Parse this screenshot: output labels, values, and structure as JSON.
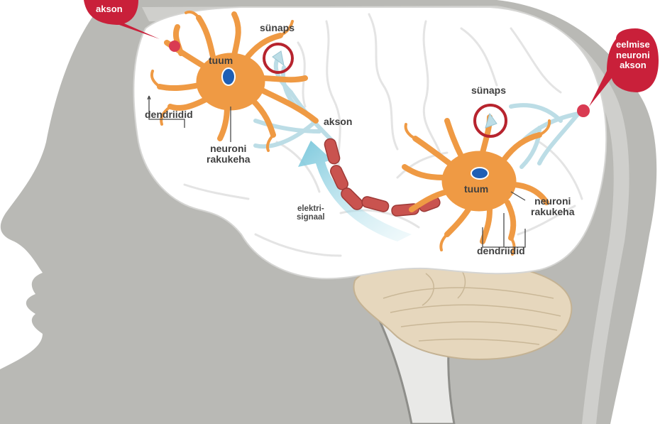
{
  "labels": {
    "left_axon_bubble": "akson",
    "left_synapse": "sünaps",
    "left_nucleus": "tuum",
    "left_dendrites": "dendriidid",
    "left_cell_body_line1": "neuroni",
    "left_cell_body_line2": "rakukeha",
    "axon": "akson",
    "signal_line1": "elektri-",
    "signal_line2": "signaal",
    "right_synapse": "sünaps",
    "right_nucleus": "tuum",
    "right_cell_body_line1": "neuroni",
    "right_cell_body_line2": "rakukeha",
    "right_dendrites": "dendriidid",
    "right_bubble_line1": "eelmise",
    "right_bubble_line2": "neuroni",
    "right_bubble_line3": "akson"
  },
  "colors": {
    "head_silhouette": "#b9b9b5",
    "brain": "#ffffff",
    "brain_folds": "#e4e4e4",
    "cerebellum": "#e6d7bd",
    "neuron": "#ef9a44",
    "axon_segments": "#c9534f",
    "dendrite_terminal": "#bcdde6",
    "signal_arrow": "#8fd0e0",
    "synapse_ring": "#b7242e",
    "callout_bubble": "#c9203a",
    "nucleus": "#1f5fb5"
  }
}
